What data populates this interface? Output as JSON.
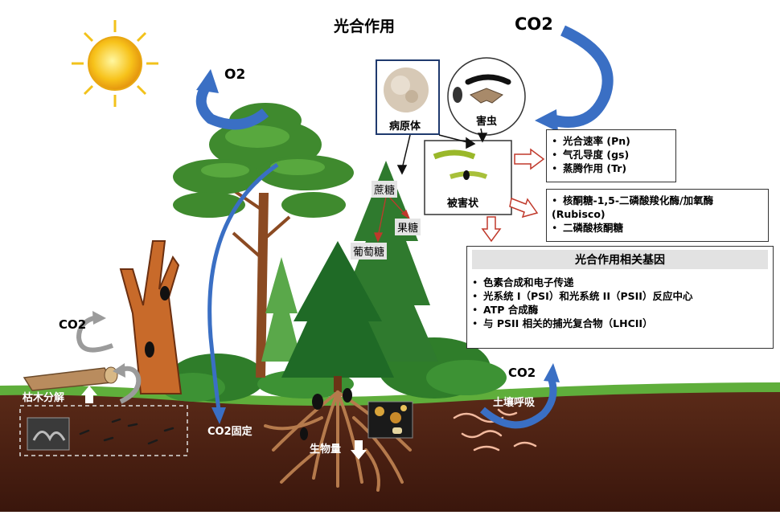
{
  "title": "光合作用",
  "labels": {
    "co2_top": "CO2",
    "o2": "O2",
    "co2_left": "CO2",
    "co2_right": "CO2",
    "pathogen": "病原体",
    "pest": "害虫",
    "damage": "被害状",
    "sucrose": "蔗糖",
    "fructose": "果糖",
    "glucose": "葡萄糖",
    "deadwood": "枯木分解",
    "co2_fix": "CO2固定",
    "biomass": "生物量",
    "soil_resp": "土壤呼吸"
  },
  "box1": {
    "items": [
      "光合速率 (Pn)",
      "气孔导度 (gs)",
      "蒸腾作用 (Tr)"
    ]
  },
  "box2": {
    "items": [
      "核酮糖-1,5-二磷酸羧化酶/加氧酶 (Rubisco)",
      "二磷酸核酮糖"
    ]
  },
  "box3": {
    "title": "光合作用相关基因",
    "items": [
      "色素合成和电子传递",
      "光系统 I（PSI）和光系统 II（PSII）反应中心",
      "ATP 合成酶",
      "与 PSII 相关的捕光复合物（LHCII）"
    ]
  },
  "colors": {
    "arrow_blue": "#3a6fc4",
    "soil": "#4a1f12",
    "grass": "#5aa83a",
    "trunk": "#7a3f1a",
    "hollow_arrow": "#c0392b"
  }
}
